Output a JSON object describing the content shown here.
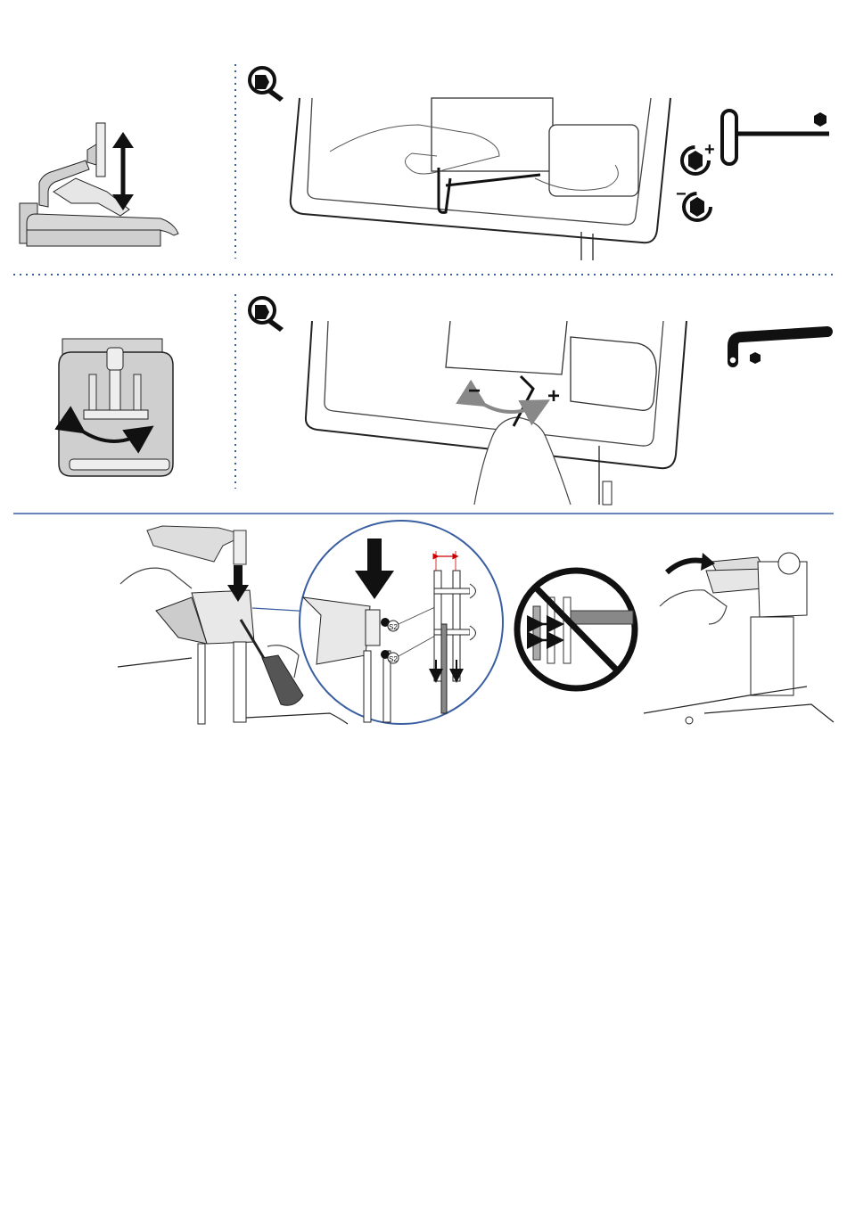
{
  "document": {
    "kind": "assembly-instructions",
    "accent_color": "#3a5fa0",
    "sections": [
      {
        "id": "height-adjust",
        "icons": [
          "magnifier-icon",
          "height-adjust-arrow-icon",
          "t-handle-hex-key-icon",
          "tighten-plus-icon",
          "loosen-minus-icon"
        ],
        "symbols": {
          "plus": "+",
          "minus": "−"
        }
      },
      {
        "id": "tension-adjust",
        "icons": [
          "magnifier-icon",
          "rotate-arrow-icon",
          "l-hex-key-icon"
        ],
        "symbols": {
          "minus": "−",
          "plus": "+"
        }
      },
      {
        "id": "bracket-mount",
        "icons": [
          "down-arrow-icon",
          "detail-magnifier-circle",
          "prohibited-icon",
          "curved-arrow-icon"
        ],
        "screw_labels": [
          "S2",
          "S2"
        ]
      }
    ]
  }
}
